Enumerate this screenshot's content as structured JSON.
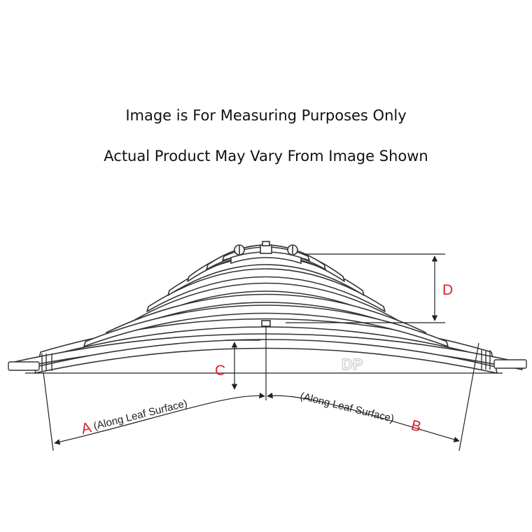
{
  "notes": {
    "line1": "Image is For Measuring Purposes Only",
    "line2": "Actual Product May Vary From Image Shown"
  },
  "labels": {
    "a_letter": "A",
    "a_text": "(Along Leaf Surface)",
    "b_letter": "B",
    "b_text": "(Along Leaf Surface)",
    "c_letter": "C",
    "d_letter": "D"
  },
  "colors": {
    "letter": "#e0202a",
    "line": "#222222",
    "leaf_fill": "#ffffff"
  }
}
